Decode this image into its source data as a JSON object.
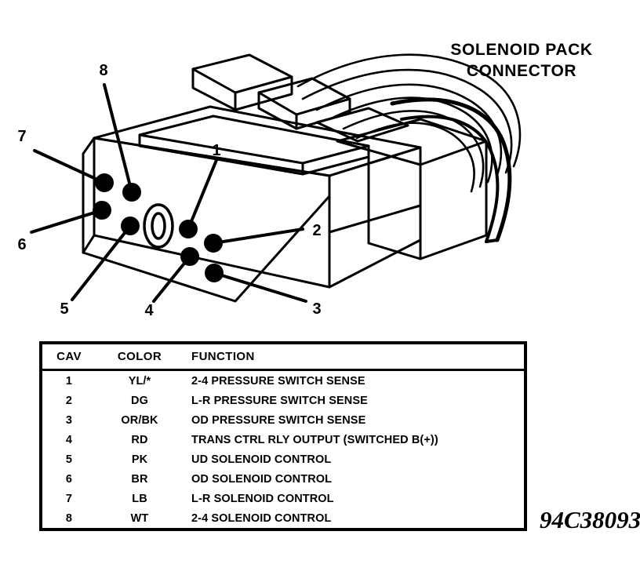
{
  "title": {
    "line1": "SOLENOID PACK",
    "line2": "CONNECTOR"
  },
  "figure_code": "94C38093",
  "callouts": [
    {
      "number": "1"
    },
    {
      "number": "2"
    },
    {
      "number": "3"
    },
    {
      "number": "4"
    },
    {
      "number": "5"
    },
    {
      "number": "6"
    },
    {
      "number": "7"
    },
    {
      "number": "8"
    }
  ],
  "table": {
    "headers": {
      "cav": "CAV",
      "color": "COLOR",
      "function": "FUNCTION"
    },
    "rows": [
      {
        "cav": "1",
        "color": "YL/*",
        "function": "2-4 PRESSURE SWITCH SENSE"
      },
      {
        "cav": "2",
        "color": "DG",
        "function": "L-R PRESSURE SWITCH SENSE"
      },
      {
        "cav": "3",
        "color": "OR/BK",
        "function": "OD PRESSURE SWITCH SENSE"
      },
      {
        "cav": "4",
        "color": "RD",
        "function": "TRANS CTRL RLY OUTPUT (SWITCHED B(+))"
      },
      {
        "cav": "5",
        "color": "PK",
        "function": "UD SOLENOID CONTROL"
      },
      {
        "cav": "6",
        "color": "BR",
        "function": "OD SOLENOID CONTROL"
      },
      {
        "cav": "7",
        "color": "LB",
        "function": "L-R SOLENOID CONTROL"
      },
      {
        "cav": "8",
        "color": "WT",
        "function": "2-4 SOLENOID CONTROL"
      }
    ]
  }
}
